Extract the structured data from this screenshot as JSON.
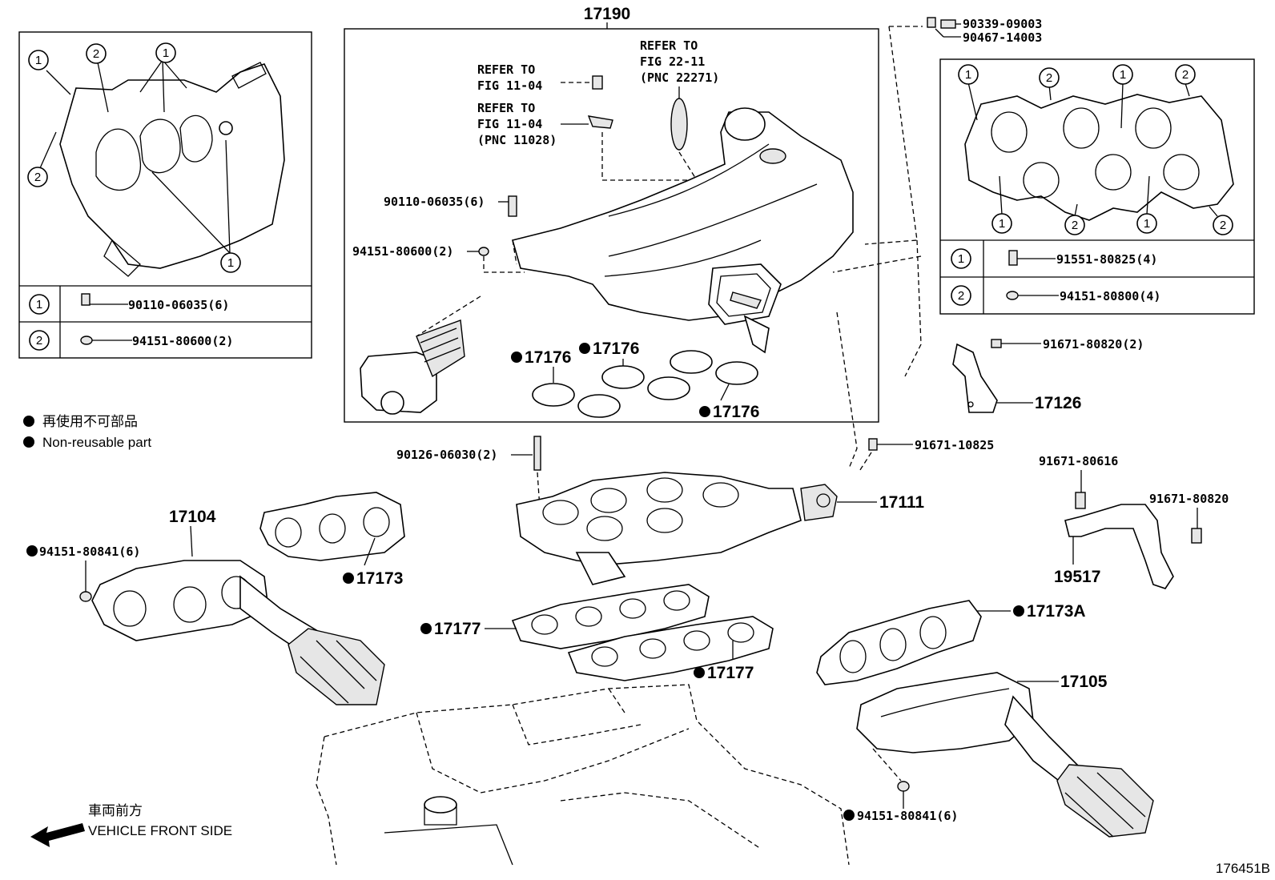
{
  "diagram_id": "176451B",
  "legend": {
    "jp": "再使用不可部品",
    "en": "Non-reusable part"
  },
  "front_side": {
    "jp": "車両前方",
    "en": "VEHICLE FRONT SIDE"
  },
  "callouts": {
    "c17190": "17190",
    "c90339": "90339-09003",
    "c90467": "90467-14003",
    "refer1_a": "REFER TO",
    "refer1_b": "FIG 11-04",
    "refer2_a": "REFER TO",
    "refer2_b": "FIG 11-04",
    "refer2_c": "(PNC 11028)",
    "refer3_a": "REFER TO",
    "refer3_b": "FIG 22-11",
    "refer3_c": "(PNC 22271)",
    "c90110_main": "90110-06035(6)",
    "c94151_main": "94151-80600(2)",
    "c17176_a": "17176",
    "c17176_b": "17176",
    "c17176_c": "17176",
    "c91671_80820a": "91671-80820(2)",
    "c17126": "17126",
    "c90126": "90126-06030(2)",
    "c91671_10825": "91671-10825",
    "c17111": "17111",
    "c91671_80616": "91671-80616",
    "c91671_80820b": "91671-80820",
    "c19517": "19517",
    "c17104": "17104",
    "c94151_80841_left": "94151-80841(6)",
    "c17173": "17173",
    "c17177_a": "17177",
    "c17177_b": "17177",
    "c17173A": "17173A",
    "c17105": "17105",
    "c94151_80841_right": "94151-80841(6)"
  },
  "left_inset": {
    "rows": [
      {
        "num": "1",
        "part": "90110-06035(6)"
      },
      {
        "num": "2",
        "part": "94151-80600(2)"
      }
    ]
  },
  "right_inset": {
    "rows": [
      {
        "num": "1",
        "part": "91551-80825(4)"
      },
      {
        "num": "2",
        "part": "94151-80800(4)"
      }
    ]
  },
  "circle_labels": {
    "one": "1",
    "two": "2"
  }
}
